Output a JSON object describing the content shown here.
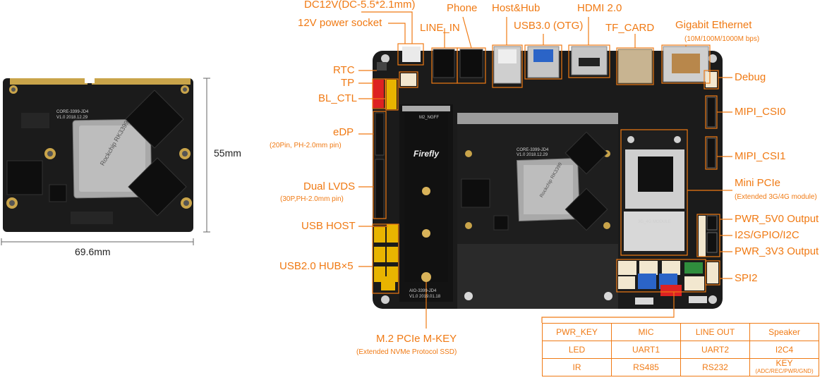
{
  "module": {
    "height_label": "55mm",
    "width_label": "69.6mm",
    "model_text": "CORE-3399-JD4",
    "version_text": "V1.0  2018.12.29",
    "chip_text": "Rockchip RK3399"
  },
  "board": {
    "brand": "Firefly",
    "model_text": "AIO-3399-JD4",
    "version_text": "V1.0  2019.01.18",
    "core_model_text": "CORE-3399-JD4",
    "core_version_text": "V1.0  2018.12.29",
    "chip_text": "Rockchip RK3399",
    "slot_text": "M2_NGFF",
    "module_text": "3G_4G MODULE"
  },
  "labels": {
    "dc12v": "DC12V(DC-5.5*2.1mm)",
    "power_socket": "12V power socket",
    "phone": "Phone",
    "host_hub": "Host&Hub",
    "hdmi": "HDMI 2.0",
    "line_in": "LINE_IN",
    "usb3": "USB3.0 (OTG)",
    "tf_card": "TF_CARD",
    "ethernet": "Gigabit Ethernet",
    "ethernet_sub": "(10M/100M/1000M bps)",
    "rtc": "RTC",
    "tp": "TP",
    "bl_ctl": "BL_CTL",
    "edp": "eDP",
    "edp_sub": "(20Pin, PH-2.0mm pin)",
    "lvds": "Dual LVDS",
    "lvds_sub": "(30P,PH-2.0mm pin)",
    "usb_host": "USB HOST",
    "usb2_hub": "USB2.0 HUB×5",
    "m2": "M.2 PCIe M-KEY",
    "m2_sub": "(Extended NVMe Protocol SSD)",
    "debug": "Debug",
    "mipi0": "MIPI_CSI0",
    "mipi1": "MIPI_CSI1",
    "minipcie": "Mini PCIe",
    "minipcie_sub": "(Extended 3G/4G module)",
    "pwr5v": "PWR_5V0 Output",
    "i2s": "I2S/GPIO/I2C",
    "pwr3v3": "PWR_3V3 Output",
    "spi2": "SPI2"
  },
  "pin_table": {
    "rows": [
      [
        "PWR_KEY",
        "MIC",
        "LINE OUT",
        "Speaker"
      ],
      [
        "LED",
        "UART1",
        "UART2",
        "I2C4"
      ],
      [
        "IR",
        "RS485",
        "RS232",
        "KEY"
      ]
    ],
    "key_sub": "(ADC/REC/PWR/GND)"
  },
  "colors": {
    "accent": "#f07a14",
    "pcb": "#1a1a1a",
    "pcb_light": "#2b2b2b"
  }
}
